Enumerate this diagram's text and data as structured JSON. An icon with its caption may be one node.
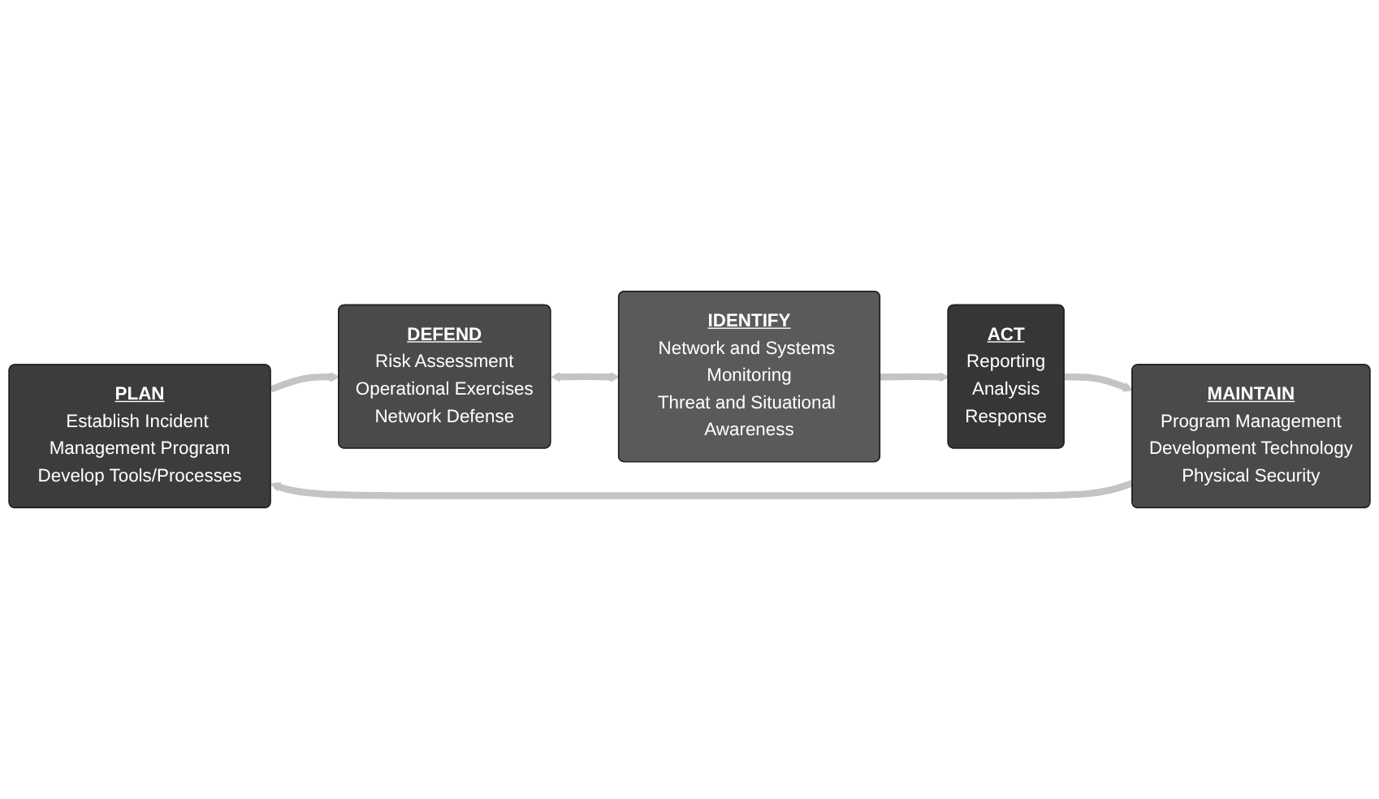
{
  "diagram": {
    "nodes": [
      {
        "text": [
          "PLAN",
          "Establish Incident Management Program",
          "Develop Tools/Processes"
        ]
      },
      {
        "text": [
          "DEFEND",
          "Risk Assessment",
          "Operational Exercises",
          "Network Defense"
        ]
      },
      {
        "text": [
          "IDENTIFY",
          "Network and Systems Monitoring",
          "Threat and Situational Awareness"
        ]
      },
      {
        "text": [
          "ACT",
          "Reporting",
          "Analysis",
          "Response"
        ]
      },
      {
        "text": [
          "MAINTAIN",
          "Program Management",
          "Development Technology",
          "Physical Security"
        ]
      }
    ],
    "edges": [
      {
        "from": 0,
        "to": 1,
        "arrow": "to"
      },
      {
        "from": 1,
        "to": 2,
        "arrow": "both"
      },
      {
        "from": 2,
        "to": 3,
        "arrow": "to"
      },
      {
        "from": 3,
        "to": 4,
        "arrow": "to"
      },
      {
        "from": 4,
        "to": 0,
        "arrow": "to"
      }
    ]
  }
}
